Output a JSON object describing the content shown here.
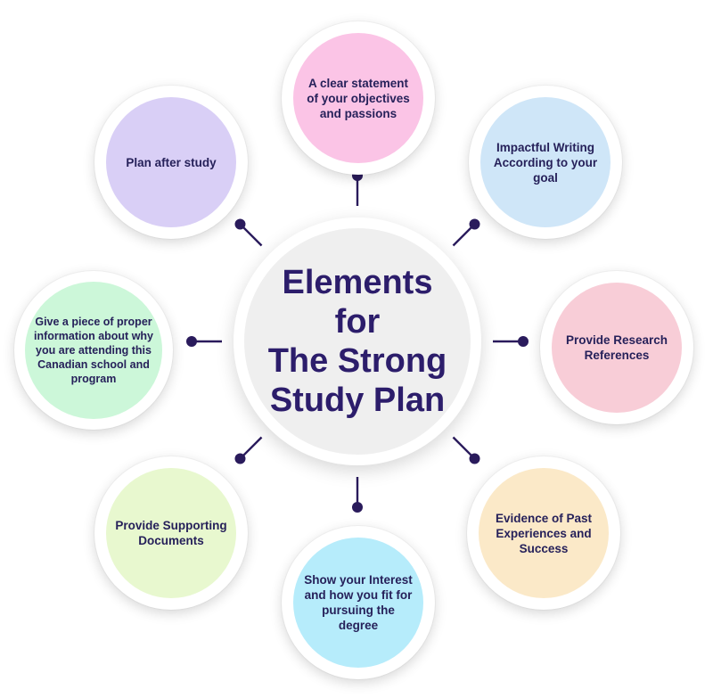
{
  "center": {
    "lines": [
      "Elements for",
      "The Strong",
      "Study Plan"
    ]
  },
  "colors": {
    "text": "#26215a",
    "title": "#2c1d6b",
    "connector": "#2a1b5c",
    "center_fill": "#efefef"
  },
  "elements": [
    {
      "id": "objectives",
      "text": "A clear statement of your objectives and passions",
      "color": "#fbc4e6"
    },
    {
      "id": "impactful-writing",
      "text": "Impactful Writing According to your goal",
      "color": "#cfe6f8"
    },
    {
      "id": "research-references",
      "text": "Provide Research References",
      "color": "#f8cdd7"
    },
    {
      "id": "past-experiences",
      "text": "Evidence of Past Experiences and Success",
      "color": "#fbe9c8"
    },
    {
      "id": "interest-fit",
      "text": "Show your Interest and how you fit for pursuing the degree",
      "color": "#b6ecfb"
    },
    {
      "id": "supporting-documents",
      "text": "Provide Supporting Documents",
      "color": "#e8f8cf"
    },
    {
      "id": "canadian-school",
      "text": "Give a piece of proper information about why you are attending this Canadian school and program",
      "color": "#ccf7d9"
    },
    {
      "id": "plan-after-study",
      "text": "Plan after study",
      "color": "#d9cff6"
    }
  ]
}
